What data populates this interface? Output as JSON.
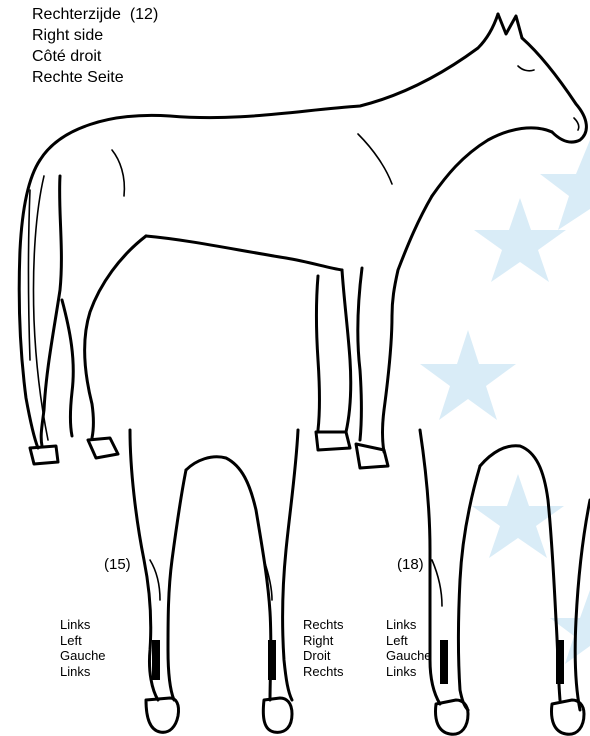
{
  "header": {
    "line1": "Rechterzijde",
    "line1_num": "(12)",
    "line2": "Right side",
    "line3": "Côté droit",
    "line4": "Rechte Seite"
  },
  "rear_view": {
    "number": "(15)",
    "left_labels": [
      "Links",
      "Left",
      "Gauche",
      "Links"
    ],
    "right_labels": [
      "Rechts",
      "Right",
      "Droit",
      "Rechts"
    ]
  },
  "front_view": {
    "number": "(18)",
    "left_labels": [
      "Links",
      "Left",
      "Gauche",
      "Links"
    ]
  },
  "colors": {
    "star": "#d9ecf7",
    "line": "#000000"
  }
}
